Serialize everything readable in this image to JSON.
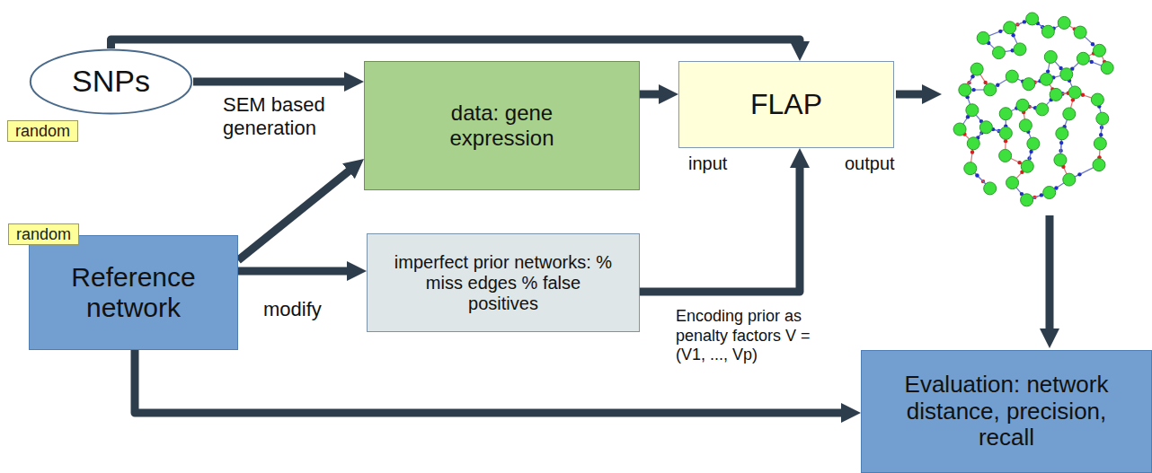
{
  "diagram": {
    "nodes": [
      {
        "text": [
          "SNPs",
          "random"
        ]
      },
      {
        "text": [
          "data: gene expression"
        ]
      },
      {
        "text": [
          "FLAP"
        ]
      },
      {
        "text": [
          "Reference network",
          "random"
        ]
      },
      {
        "text": [
          "imperfect prior networks: % miss edges % false positives"
        ]
      },
      {
        "text": [
          "Evaluation: network distance, precision, recall"
        ]
      }
    ],
    "edges": [
      {
        "from": 0,
        "to": 2,
        "arrow": "to"
      },
      {
        "from": 0,
        "to": 1,
        "arrow": "to",
        "label": "SEM based generation"
      },
      {
        "from": 1,
        "to": 2,
        "arrow": "to"
      },
      {
        "from": 3,
        "to": 1,
        "arrow": "to"
      },
      {
        "from": 3,
        "to": 4,
        "arrow": "to",
        "label": "modify"
      },
      {
        "from": 4,
        "to": 2,
        "arrow": "to",
        "label": "Encoding prior as penalty factors V = (V1, ..., Vp)"
      },
      {
        "from": 3,
        "to": 5,
        "arrow": "to"
      }
    ],
    "labels": [
      "input",
      "output"
    ]
  }
}
